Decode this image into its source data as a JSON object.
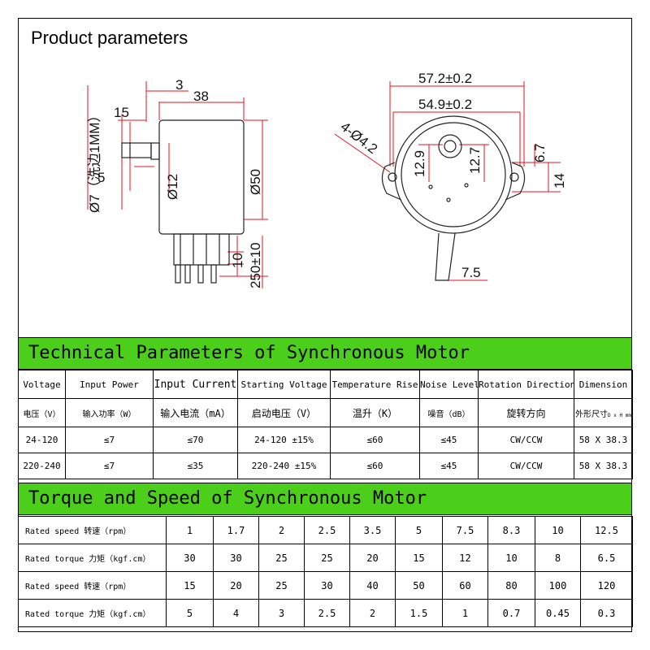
{
  "page": {
    "title": "Product parameters"
  },
  "drawing": {
    "side": {
      "dim_3": "3",
      "dim_38": "38",
      "dim_15": "15",
      "dim_5": "5",
      "dim_phi7": "Ø7（洗边1MM）",
      "dim_phi12": "Ø12",
      "dim_phi50": "Ø50",
      "dim_10": "10",
      "dim_250": "250±10"
    },
    "front": {
      "dim_572": "57.2±0.2",
      "dim_549": "54.9±0.2",
      "dim_holes": "4-Ø4.2",
      "dim_129a": "12.9",
      "dim_127": "12.7",
      "dim_67": "6.7",
      "dim_14": "14",
      "dim_75": "7.5"
    }
  },
  "technical": {
    "title": "Technical Parameters of Synchronous Motor",
    "headers_en": [
      "Voltage",
      "Input Power",
      "Input Current",
      "Starting Voltage",
      "Temperature Rise",
      "Noise Level",
      "Rotation Direction",
      "Dimension"
    ],
    "headers_cn": [
      "电压（V）",
      "输入功率（W）",
      "输入电流（mA）",
      "启动电压（V）",
      "温升（K）",
      "噪音（dB）",
      "旋转方向",
      "外形尺寸"
    ],
    "dim_sub": "D x H mm",
    "rows": [
      [
        "24-120",
        "≤7",
        "≤70",
        "24-120 ±15%",
        "≤60",
        "≤45",
        "CW/CCW",
        "58 X 38.3"
      ],
      [
        "220-240",
        "≤7",
        "≤35",
        "220-240 ±15%",
        "≤60",
        "≤45",
        "CW/CCW",
        "58 X 38.3"
      ]
    ]
  },
  "torque": {
    "title": "Torque and Speed of Synchronous Motor",
    "rows": [
      {
        "label": "Rated speed 转速（rpm）",
        "values": [
          "1",
          "1.7",
          "2",
          "2.5",
          "3.5",
          "5",
          "7.5",
          "8.3",
          "10",
          "12.5"
        ]
      },
      {
        "label": "Rated torque 力矩（kgf.cm）",
        "values": [
          "30",
          "30",
          "25",
          "25",
          "20",
          "15",
          "12",
          "10",
          "8",
          "6.5"
        ]
      },
      {
        "label": "Rated speed 转速（rpm）",
        "values": [
          "15",
          "20",
          "25",
          "30",
          "40",
          "50",
          "60",
          "80",
          "100",
          "120"
        ]
      },
      {
        "label": "Rated torque 力矩（kgf.cm）",
        "values": [
          "5",
          "4",
          "3",
          "2.5",
          "2",
          "1.5",
          "1",
          "0.7",
          "0.45",
          "0.3"
        ]
      }
    ]
  },
  "colors": {
    "dimension": "#e0141e",
    "band": "#4ccf1b"
  }
}
